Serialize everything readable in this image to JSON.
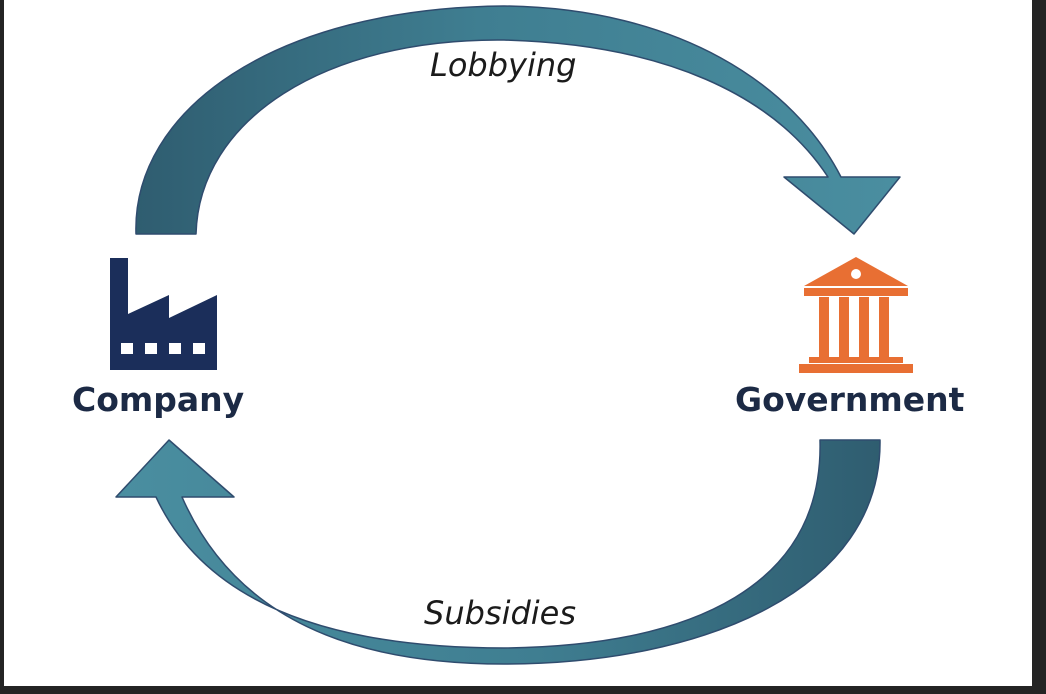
{
  "nodes": {
    "company": {
      "label": "Company",
      "icon": "factory-icon",
      "color": "#1b2e5a"
    },
    "government": {
      "label": "Government",
      "icon": "government-building-icon",
      "color": "#e86f33"
    }
  },
  "edges": {
    "top": {
      "label": "Lobbying",
      "from": "company",
      "to": "government"
    },
    "bottom": {
      "label": "Subsidies",
      "from": "government",
      "to": "company"
    }
  },
  "colors": {
    "arrow_light": "#46889a",
    "arrow_dark": "#2f5d70",
    "arrow_outline": "#2f4c6e",
    "text": "#1c2a45"
  }
}
